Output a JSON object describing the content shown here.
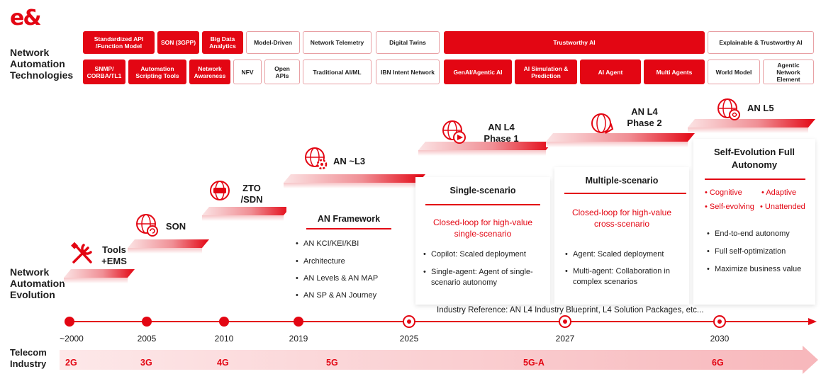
{
  "logo": "e&",
  "sections": {
    "technologies": [
      "Network",
      "Automation",
      "Technologies"
    ],
    "evolution": [
      "Network",
      "Automation",
      "Evolution"
    ],
    "industry": [
      "Telecom",
      "Industry"
    ]
  },
  "tech_row1": [
    {
      "label": "Standardized API /Function Model",
      "style": "red"
    },
    {
      "label": "SON (3GPP)",
      "style": "red"
    },
    {
      "label": "Big Data Analytics",
      "style": "red"
    },
    {
      "label": "Model-Driven",
      "style": "white"
    },
    {
      "label": "Network Telemetry",
      "style": "white"
    },
    {
      "label": "Digital Twins",
      "style": "white"
    },
    {
      "label": "Trustworthy AI",
      "style": "red"
    },
    {
      "label": "Explainable & Trustworthy AI",
      "style": "white"
    }
  ],
  "tech_row2": [
    {
      "label": "SNMP/ CORBA/TL1",
      "style": "red"
    },
    {
      "label": "Automation Scripting Tools",
      "style": "red"
    },
    {
      "label": "Network Awareness",
      "style": "red"
    },
    {
      "label": "NFV",
      "style": "white"
    },
    {
      "label": "Open APIs",
      "style": "white"
    },
    {
      "label": "Traditional AI/ML",
      "style": "white"
    },
    {
      "label": "IBN Intent Network",
      "style": "white"
    },
    {
      "label": "GenAI/Agentic AI",
      "style": "red"
    },
    {
      "label": "AI Simulation & Prediction",
      "style": "red"
    },
    {
      "label": "AI Agent",
      "style": "red"
    },
    {
      "label": "Multi Agents",
      "style": "red"
    },
    {
      "label": "World Model",
      "style": "white"
    },
    {
      "label": "Agentic Network Element",
      "style": "white"
    }
  ],
  "stages": {
    "tools": "Tools +EMS",
    "son": "SON",
    "zto": "ZTO /SDN",
    "l3": "AN ~L3",
    "l4p1": "AN L4 Phase 1",
    "l4p2": "AN L4 Phase 2",
    "l5": "AN L5"
  },
  "panels": {
    "framework": {
      "title": "AN Framework",
      "bullets": [
        "AN KCI/KEI/KBI",
        "Architecture",
        "AN Levels & AN MAP",
        "AN SP & AN Journey"
      ]
    },
    "single": {
      "title": "Single-scenario",
      "highlight": "Closed-loop for high-value single-scenario",
      "bullets": [
        "Copilot: Scaled deployment",
        "Single-agent: Agent of single-scenario autonomy"
      ]
    },
    "multiple": {
      "title": "Multiple-scenario",
      "highlight": "Closed-loop for high-value cross-scenario",
      "bullets": [
        "Agent: Scaled deployment",
        "Multi-agent: Collaboration in complex scenarios"
      ]
    },
    "full": {
      "title": "Self-Evolution Full Autonomy",
      "red_bullets": [
        "Cognitive",
        "Adaptive",
        "Self-evolving",
        "Unattended"
      ],
      "bullets": [
        "End-to-end autonomy",
        "Full self-optimization",
        "Maximize business value"
      ]
    }
  },
  "industry_reference": "Industry Reference: AN L4 Industry Blueprint, L4 Solution Packages, etc...",
  "years": [
    "~2000",
    "2005",
    "2010",
    "2019",
    "2025",
    "2027",
    "2030"
  ],
  "generations": [
    "2G",
    "3G",
    "4G",
    "5G",
    "5G-A",
    "6G"
  ],
  "colors": {
    "accent": "#e30613",
    "text": "#1a1a1a"
  },
  "icons": [
    "tools-icon",
    "globe-refresh-icon",
    "globe-sdn-icon",
    "globe-gear-icon",
    "globe-play-icon",
    "globe-rocket-icon",
    "globe-brain-icon"
  ]
}
